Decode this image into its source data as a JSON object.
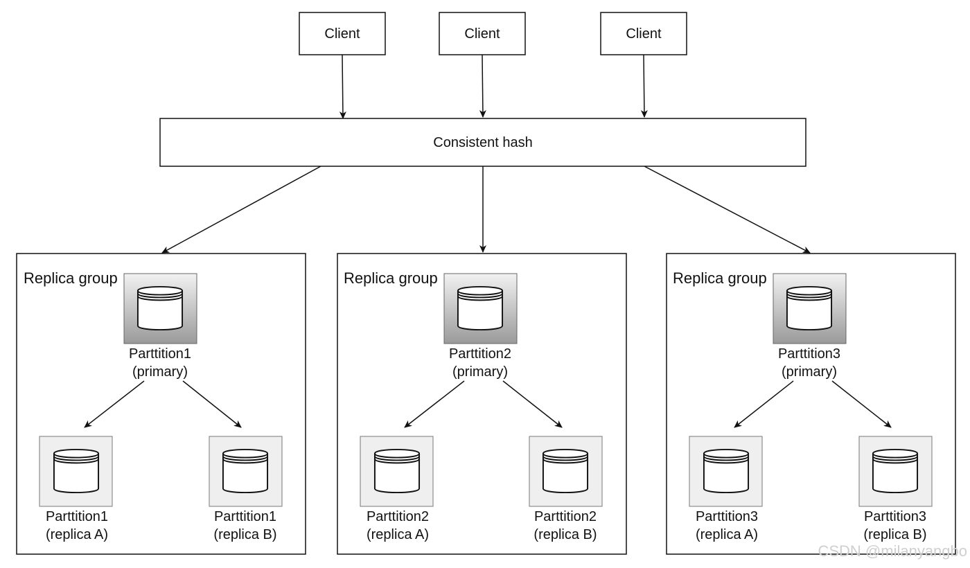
{
  "clients": [
    "Client",
    "Client",
    "Client"
  ],
  "hash_label": "Consistent hash",
  "groups": [
    {
      "label": "Replica group",
      "primary": [
        "Parttition1",
        "(primary)"
      ],
      "replica_a": [
        "Parttition1",
        "(replica A)"
      ],
      "replica_b": [
        "Parttition1",
        "(replica B)"
      ]
    },
    {
      "label": "Replica group",
      "primary": [
        "Parttition2",
        "(primary)"
      ],
      "replica_a": [
        "Parttition2",
        "(replica A)"
      ],
      "replica_b": [
        "Parttition2",
        "(replica B)"
      ]
    },
    {
      "label": "Replica group",
      "primary": [
        "Parttition3",
        "(primary)"
      ],
      "replica_a": [
        "Parttition3",
        "(replica A)"
      ],
      "replica_b": [
        "Parttition3",
        "(replica B)"
      ]
    }
  ],
  "watermark": "CSDN @milanyangbo"
}
